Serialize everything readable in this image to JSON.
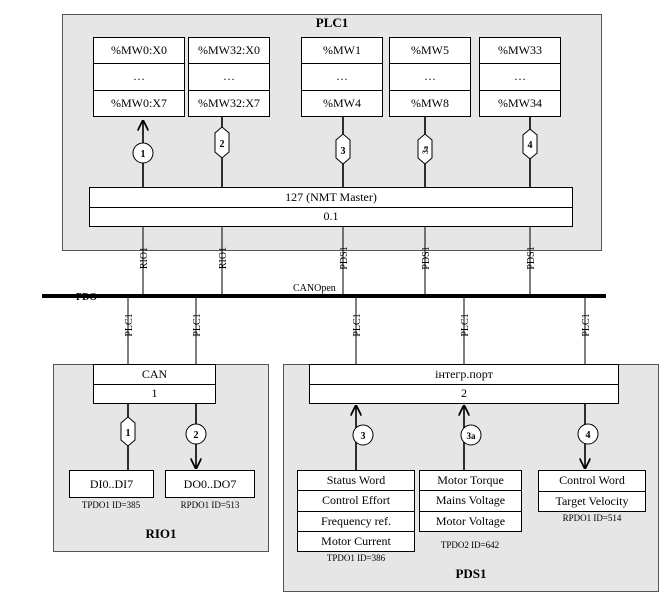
{
  "plc1": {
    "title": "PLC1",
    "memory_groups": [
      [
        "%MW0:X0",
        "…",
        "%MW0:X7"
      ],
      [
        "%MW32:X0",
        "…",
        "%MW32:X7"
      ],
      [
        "%MW1",
        "…",
        "%MW4"
      ],
      [
        "%MW5",
        "…",
        "%MW8"
      ],
      [
        "%MW33",
        "…",
        "%MW34"
      ]
    ],
    "master": {
      "title": "127 (NMT Master)",
      "port": "0.1"
    },
    "markers": [
      "1",
      "2",
      "3",
      "3a",
      "4"
    ]
  },
  "bus": {
    "pdo_label": "PDO",
    "canopen_label": "CANOpen",
    "top_taps": [
      "RIO1",
      "RIO1",
      "PDS1",
      "PDS1",
      "PDS1"
    ],
    "bottom_taps": [
      "PLC1",
      "PLC1",
      "PLC1",
      "PLC1",
      "PLC1"
    ]
  },
  "rio1": {
    "title": "RIO1",
    "can": {
      "title": "CAN",
      "port": "1"
    },
    "markers": [
      "1",
      "2"
    ],
    "inputs": {
      "label": "DI0..DI7",
      "caption": "TPDO1 ID=385"
    },
    "outputs": {
      "label": "DO0..DO7",
      "caption": "RPDO1 ID=513"
    }
  },
  "pds1": {
    "title": "PDS1",
    "port": {
      "title": "інтегр.порт",
      "number": "2"
    },
    "markers": [
      "3",
      "3a",
      "4"
    ],
    "tpdo1": {
      "items": [
        "Status Word",
        "Control Effort",
        "Frequency ref.",
        "Motor Current"
      ],
      "caption": "TPDO1 ID=386"
    },
    "tpdo2": {
      "items": [
        "Motor Torque",
        "Mains Voltage",
        "Motor Voltage"
      ],
      "caption": "TPDO2 ID=642"
    },
    "rpdo1": {
      "items": [
        "Control Word",
        "Target Velocity"
      ],
      "caption": "RPDO1 ID=514"
    }
  }
}
